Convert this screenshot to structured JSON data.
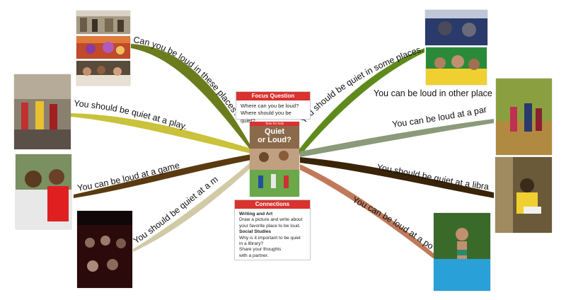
{
  "branches": [
    {
      "id": "loud-places",
      "text": "Can you be loud in these places?",
      "color": "#6b7c1e"
    },
    {
      "id": "quiet-play",
      "text": "You should be quiet at a play.",
      "color": "#c9c23a"
    },
    {
      "id": "loud-game",
      "text": "You can be loud at a game.",
      "color": "#5a3a10"
    },
    {
      "id": "quiet-movie",
      "text": "You should be quiet at a movie.",
      "color": "#d2c9a6"
    },
    {
      "id": "quiet-some",
      "text": "You should be quiet in some places.",
      "color": "#5e8a1c"
    },
    {
      "id": "loud-other",
      "text": "You can be loud in other place.",
      "color": "#5e8a1c"
    },
    {
      "id": "loud-park",
      "text": "You can be loud at a park.",
      "color": "#8a9a7a"
    },
    {
      "id": "quiet-library",
      "text": "You should be quiet at a library.",
      "color": "#3a2408"
    },
    {
      "id": "loud-pool",
      "text": "You can be loud at a pool.",
      "color": "#c07a5a"
    }
  ],
  "focus": {
    "title": "Focus Question",
    "lines": [
      "Where can you be loud?",
      "Where should you be quiet?"
    ]
  },
  "cover": {
    "series": "Time for Kids",
    "title_line1": "Quiet",
    "title_line2": "or Loud?"
  },
  "connections": {
    "title": "Connections",
    "section1_heading": "Writing and Art",
    "section1_lines": [
      "Draw a picture and write about",
      "your favorite place to be loud."
    ],
    "section2_heading": "Social Studies",
    "section2_lines": [
      "Why is it important to be quiet",
      "in a library?",
      "Share your thoughts",
      "with a partner."
    ]
  },
  "colors": {
    "accent": "#d9322f",
    "card_border": "#c9c9c9"
  }
}
